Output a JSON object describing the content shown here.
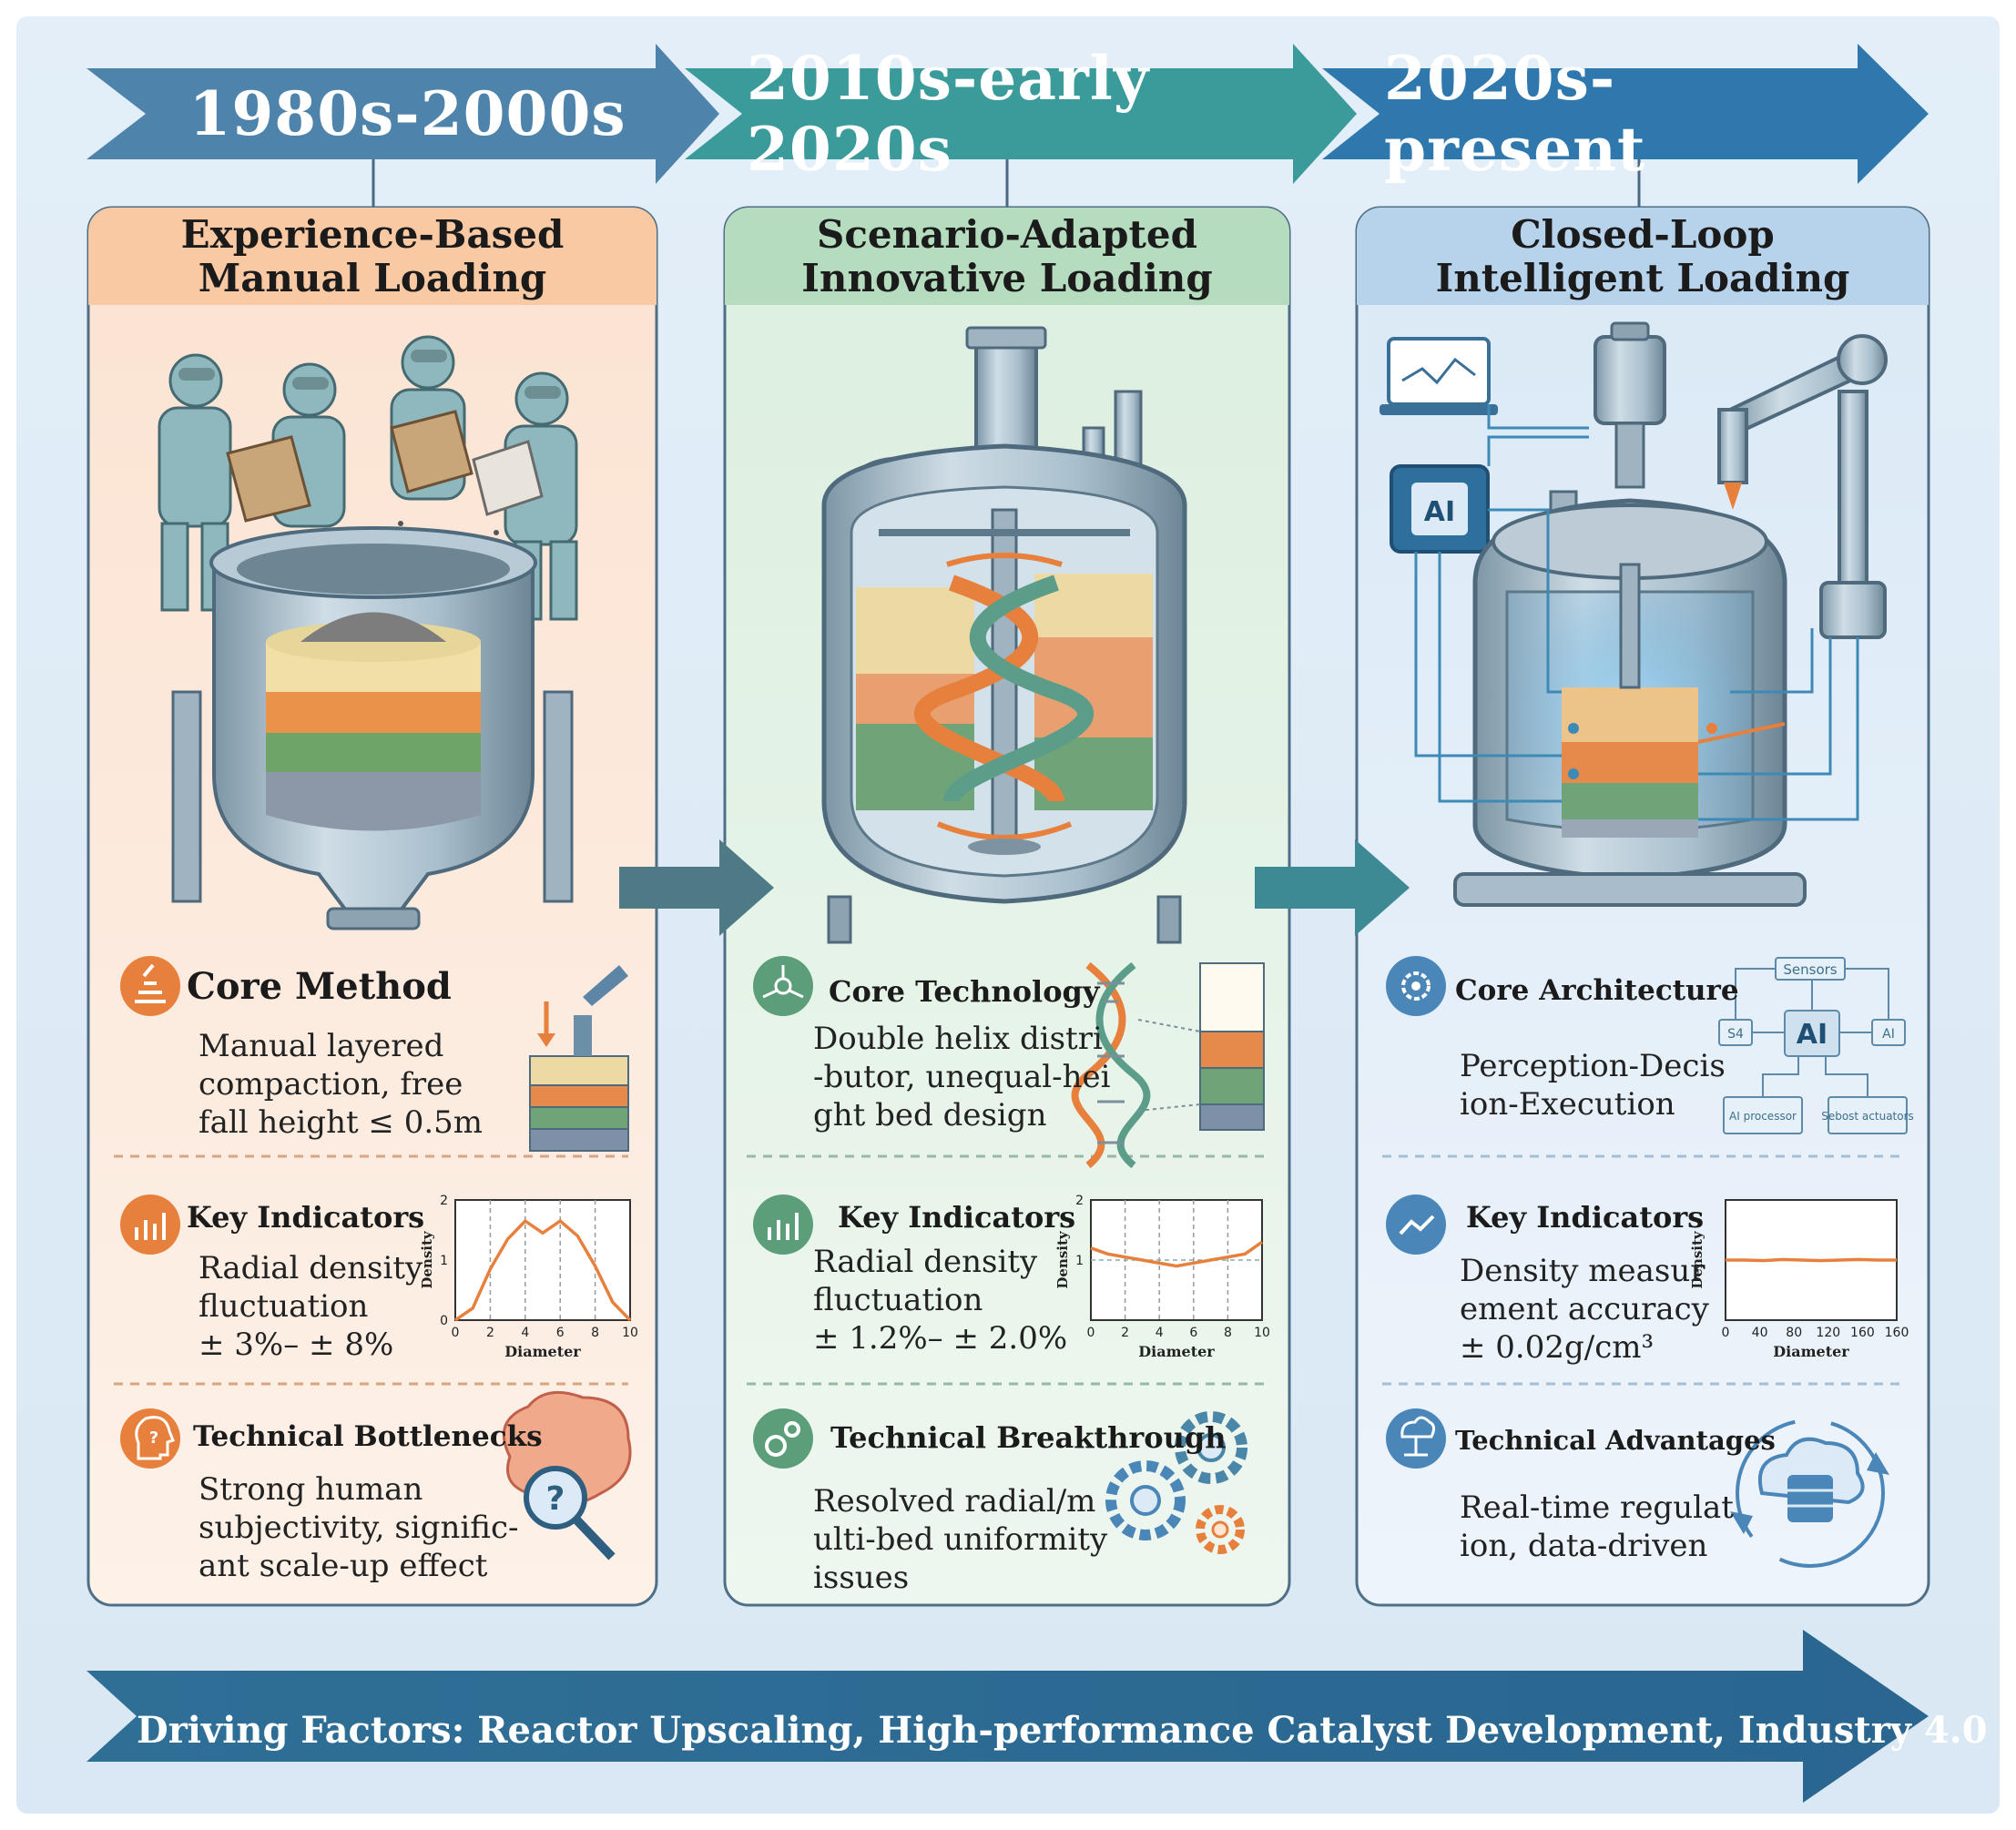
{
  "eras": [
    {
      "era_label": "1980s-2000s",
      "title_line1": "Experience-Based",
      "title_line2": "Manual Loading",
      "sections": [
        {
          "title": "Core Method",
          "text": "Manual layered\ncompaction, free\nfall height ≤ 0.5m",
          "icon": "layered-loading-icon"
        },
        {
          "title": "Key Indicators",
          "text": "Radial density\nfluctuation\n± 3%– ± 8%",
          "icon": "bar-chart-icon"
        },
        {
          "title": "Technical Bottlenecks",
          "text": "Strong human\nsubjectivity, signific-\nant scale-up effect",
          "icon": "head-question-icon"
        }
      ]
    },
    {
      "era_label": "2010s-early 2020s",
      "title_line1": "Scenario-Adapted",
      "title_line2": "Innovative Loading",
      "sections": [
        {
          "title": "Core Technology",
          "text": "Double helix distri\n-butor, unequal-hei\nght bed design",
          "icon": "network-atom-icon"
        },
        {
          "title": "Key Indicators",
          "text": "Radial density\nfluctuation\n± 1.2%– ± 2.0%",
          "icon": "bar-chart-icon"
        },
        {
          "title": "Technical Breakthrough",
          "text": "Resolved radial/m\nulti-bed uniformity\nissues",
          "icon": "gears-icon"
        }
      ]
    },
    {
      "era_label": "2020s-present",
      "title_line1": "Closed-Loop",
      "title_line2": "Intelligent Loading",
      "sections": [
        {
          "title": "Core Architecture",
          "text": "Perception-Decis\nion-Execution",
          "icon": "gear-circuit-icon"
        },
        {
          "title": "Key Indicators",
          "text": "Density measur\nement accuracy\n± 0.02g/cm³",
          "icon": "line-chart-icon"
        },
        {
          "title": "Technical Advantages",
          "text": "Real-time regulat\nion, data-driven",
          "icon": "cloud-network-icon"
        }
      ]
    }
  ],
  "architecture_diagram": {
    "top": "Sensors",
    "center": "AI",
    "left": "S4",
    "right": "AI",
    "bottom_left": "AI processor",
    "bottom_right": "Sebost actuators"
  },
  "reactor_chip_label": "AI",
  "chart_data": [
    {
      "type": "line",
      "x": [
        0,
        1,
        2,
        3,
        4,
        5,
        6,
        7,
        8,
        9,
        10
      ],
      "series": [
        {
          "values": [
            0,
            0.2,
            0.85,
            1.35,
            1.65,
            1.45,
            1.65,
            1.4,
            0.9,
            0.3,
            0
          ]
        }
      ],
      "xlabel": "Diameter",
      "ylabel": "Density",
      "xlim": [
        0,
        10
      ],
      "ylim": [
        0,
        2
      ],
      "xticks": [
        "0",
        "2",
        "4",
        "6",
        "8",
        "10"
      ],
      "yticks": [
        "0",
        "1",
        "2"
      ],
      "grid": "vertical dashed"
    },
    {
      "type": "line",
      "x": [
        0,
        1,
        2,
        3,
        4,
        5,
        6,
        7,
        8,
        9,
        10
      ],
      "series": [
        {
          "values": [
            1.2,
            1.1,
            1.05,
            1.0,
            0.95,
            0.9,
            0.95,
            1.0,
            1.05,
            1.1,
            1.3
          ]
        }
      ],
      "reference_line": 1,
      "xlabel": "Diameter",
      "ylabel": "Density",
      "xlim": [
        0,
        10
      ],
      "ylim": [
        0,
        2
      ],
      "xticks": [
        "0",
        "2",
        "4",
        "6",
        "8",
        "10"
      ],
      "yticks": [
        "1",
        "2"
      ],
      "grid": "vertical dashed"
    },
    {
      "type": "line",
      "x": [
        0,
        20,
        40,
        60,
        80,
        100,
        120,
        140,
        160,
        180
      ],
      "series": [
        {
          "values": [
            1.0,
            1.0,
            0.99,
            1.01,
            1.0,
            0.99,
            1.0,
            1.01,
            1.0,
            1.0
          ]
        }
      ],
      "xlabel": "Diameter",
      "ylabel": "Density",
      "xlim": [
        0,
        180
      ],
      "ylim": [
        0,
        2
      ],
      "xticks": [
        "0",
        "40",
        "80",
        "120",
        "160",
        "160"
      ],
      "grid": "none"
    }
  ],
  "footer": "Driving Factors: Reactor Upscaling, High-performance Catalyst Development, Industry 4.0",
  "colors": {
    "background": "#e6f0f8",
    "era1_arrow": "#4e83ab",
    "era2_arrow": "#3b9a9a",
    "era3_arrow": "#2f78ae",
    "panel1_bg": "#fce7d8",
    "panel2_bg": "#e3f1e6",
    "panel3_bg": "#e1edf8",
    "accent_orange": "#e7803c",
    "accent_green": "#5c9d7a",
    "accent_blue": "#4a86b8"
  }
}
